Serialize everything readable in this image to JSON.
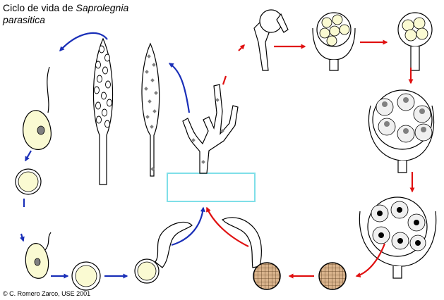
{
  "title": {
    "prefix": "Ciclo de vida de ",
    "genus": "Saprolegnia",
    "species": "parasitica"
  },
  "credit": "© C. Romero Zarco, USE 2001",
  "colors": {
    "outline": "#000000",
    "cytoplasm": "#fafad2",
    "oospore": "#d9b38c",
    "nucleus": "#808080",
    "mycelium_box": "#7fdfe8",
    "sexual_arrow": "#e01010",
    "asexual_arrow": "#1a2fb8"
  }
}
